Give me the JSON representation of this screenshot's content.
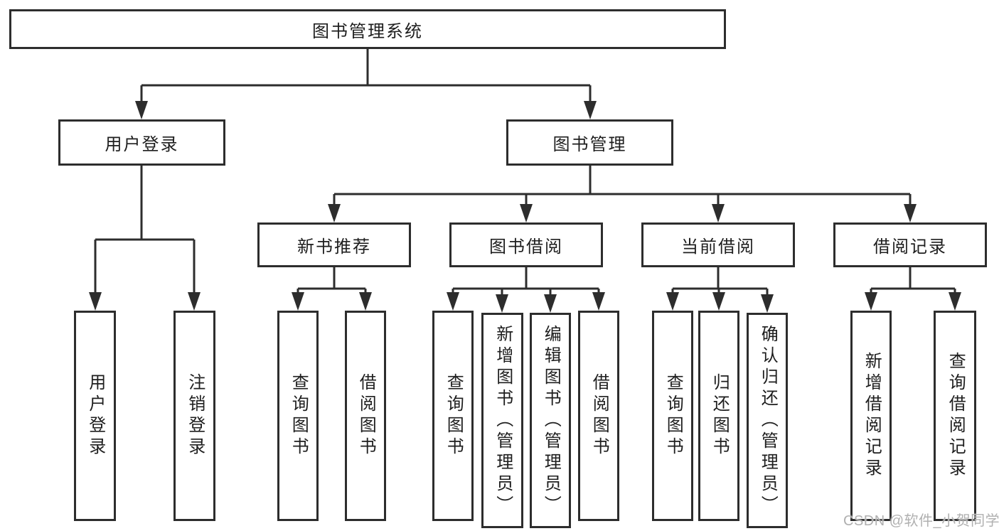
{
  "diagram": {
    "root": {
      "label": "图书管理系统"
    },
    "level2": {
      "user_login": {
        "label": "用户登录",
        "leaves": [
          "用户登录",
          "注销登录"
        ]
      },
      "book_management": {
        "label": "图书管理",
        "sections": {
          "new_book_recommend": {
            "label": "新书推荐",
            "leaves": [
              "查询图书",
              "借阅图书"
            ]
          },
          "book_borrowing": {
            "label": "图书借阅",
            "leaves": [
              "查询图书",
              "新增图书（管理员）",
              "编辑图书（管理员）",
              "借阅图书"
            ]
          },
          "current_borrowing": {
            "label": "当前借阅",
            "leaves": [
              "查询图书",
              "归还图书",
              "确认归还（管理员）"
            ]
          },
          "borrowing_records": {
            "label": "借阅记录",
            "leaves": [
              "新增借阅记录",
              "查询借阅记录"
            ]
          }
        }
      }
    }
  },
  "watermark": {
    "text": "CSDN @软件_小贺同学"
  },
  "colors": {
    "line": "#2d2d2d",
    "text": "#1e1e1e",
    "box_background": "#ffffff",
    "page_background": "#ffffff",
    "watermark": "#b0b0b0"
  }
}
